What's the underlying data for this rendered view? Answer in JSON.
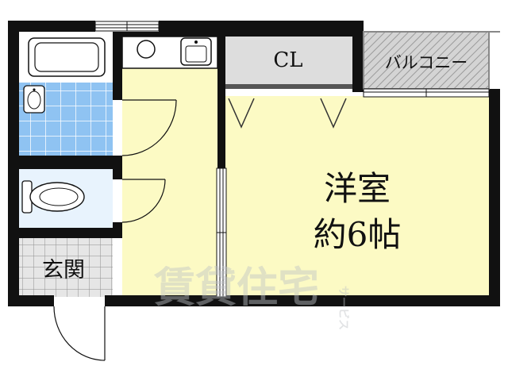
{
  "plan": {
    "rooms": {
      "bedroom_line1": "洋室",
      "bedroom_line2": "約6帖",
      "closet": "CL",
      "balcony": "バルコニー",
      "entrance": "玄関"
    },
    "watermark": "賃貸住宅",
    "watermark_small": "サービス",
    "colors": {
      "wall": "#111111",
      "bedroom_floor": "#fcfac4",
      "corridor_floor": "#fcfac4",
      "bath_tile": "#8fc3f2",
      "toilet_floor": "#e8f3fd",
      "closet_floor": "#dddddd",
      "balcony_hatch": "#b8b8b8",
      "entrance_tile": "#e6e6e6"
    }
  }
}
